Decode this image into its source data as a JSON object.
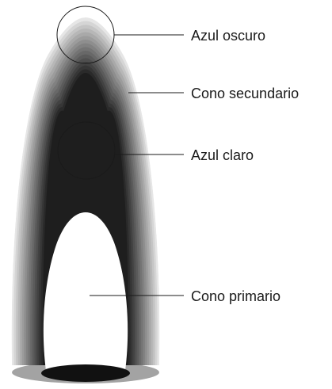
{
  "labels": {
    "dark_blue": "Azul oscuro",
    "secondary_cone": "Cono secundario",
    "light_blue": "Azul claro",
    "primary_cone": "Cono primario"
  },
  "colors": {
    "outer_flame": "#e6e6e6",
    "inner_flame": "#1e1e1e",
    "base_shadow": "#a3a3a3",
    "base_core": "#111111",
    "line": "#1a1a1a"
  }
}
